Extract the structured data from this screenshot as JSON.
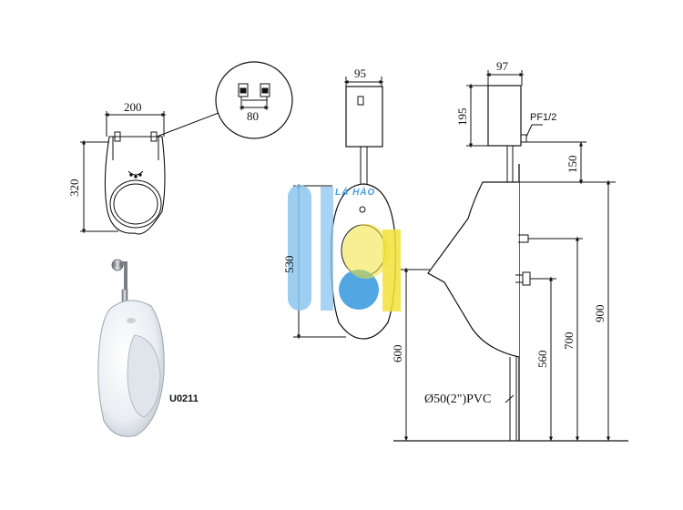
{
  "dimensions": {
    "top_width": "200",
    "top_height": "320",
    "detail_width": "80",
    "front_tank_width": "95",
    "front_height": "530",
    "side_tank_width": "97",
    "side_tank_height": "195",
    "inlet_thread": "PF1/2",
    "inlet_drop": "150",
    "floor_to_outlet": "600",
    "floor_to_spud": "560",
    "floor_to_rim": "700",
    "floor_to_top": "900",
    "drain_pipe": "Ø50(2\")PVC"
  },
  "product": {
    "model": "U0211"
  },
  "watermark": {
    "text": "LÁ HÀO"
  },
  "colors": {
    "line": "#111111",
    "watermark_blue": "#3f9de0",
    "watermark_yellow": "#f3e23a"
  }
}
